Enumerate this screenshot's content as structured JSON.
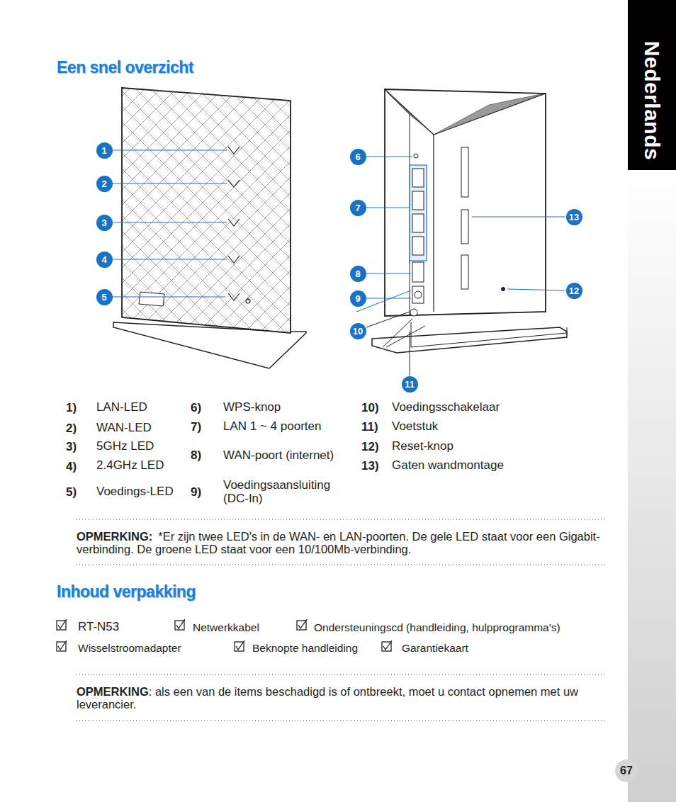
{
  "diagram": {
    "title": "Een snel overzicht",
    "nodes": [
      {
        "text": [
          "1"
        ]
      },
      {
        "text": [
          "2"
        ]
      },
      {
        "text": [
          "3"
        ]
      },
      {
        "text": [
          "4"
        ]
      },
      {
        "text": [
          "5"
        ]
      },
      {
        "text": [
          "6"
        ]
      },
      {
        "text": [
          "7"
        ]
      },
      {
        "text": [
          "8"
        ]
      },
      {
        "text": [
          "9"
        ]
      },
      {
        "text": [
          "10"
        ]
      },
      {
        "text": [
          "11"
        ]
      },
      {
        "text": [
          "12"
        ]
      },
      {
        "text": [
          "13"
        ]
      },
      {
        "text": [
          "Nederlands"
        ]
      },
      {
        "text": [
          "67"
        ]
      }
    ],
    "labels": [
      "Inhoud verpakking",
      "1)",
      "LAN-LED",
      "2)",
      "WAN-LED",
      "3)",
      "5GHz LED",
      "4)",
      "2.4GHz LED",
      "5)",
      "Voedings-LED",
      "6)",
      "WPS-knop",
      "7)",
      "LAN 1 ~ 4 poorten",
      "8)",
      "WAN-poort (internet)",
      "9)",
      "Voedingsaansluiting (DC-In)",
      "10)",
      "Voedingsschakelaar",
      "11)",
      "Voetstuk",
      "12)",
      "Reset-knop",
      "13)",
      "Gaten wandmontage",
      "OPMERKING:",
      "*Er zijn twee LED's in de WAN- en LAN-poorten. De gele LED staat voor een Gigabit-verbinding. De groene LED staat voor een 10/100Mb-verbinding.",
      "RT-N53",
      "Netwerkkabel",
      "Ondersteuningscd (handleiding, hulpprogramma's)",
      "Wisselstroomadapter",
      "Beknopte handleiding",
      "Garantiekaart",
      "OPMERKING",
      ": als een van de items beschadigd is of ontbreekt, moet u contact opnemen met uw leverancier."
    ]
  }
}
